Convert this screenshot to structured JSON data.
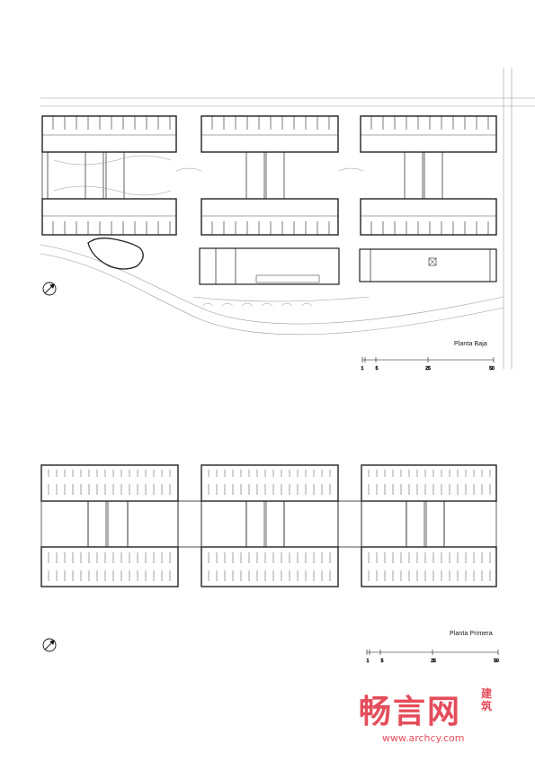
{
  "plans": [
    {
      "id": "ground",
      "title": "Planta Baja",
      "scale_labels": [
        "1",
        "5",
        "25",
        "50"
      ]
    },
    {
      "id": "first",
      "title": "Planta Primera",
      "scale_labels": [
        "1",
        "5",
        "25",
        "50"
      ]
    }
  ],
  "watermark": {
    "brand_cn": "畅言网",
    "brand_cn_side": "建筑",
    "url": "www.archcy.com",
    "color": "#e23a4a"
  },
  "colors": {
    "line": "#222222",
    "light_line": "#9a9a9a",
    "wall_fill": "#4a4a4a"
  }
}
